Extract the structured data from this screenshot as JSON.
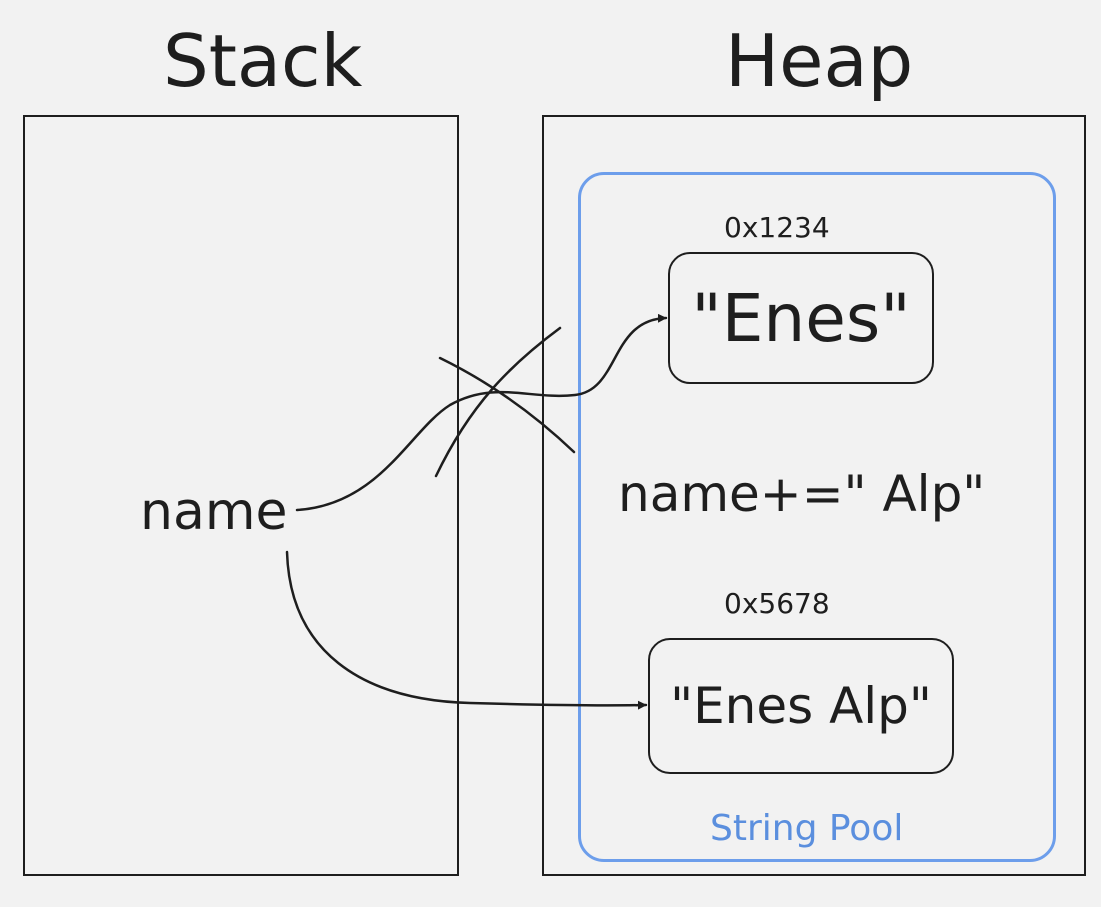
{
  "stack": {
    "title": "Stack"
  },
  "heap": {
    "title": "Heap"
  },
  "string_pool": {
    "label": "String Pool",
    "entries": [
      {
        "address": "0x1234",
        "value": "\"Enes\""
      },
      {
        "address": "0x5678",
        "value": "\"Enes Alp\""
      }
    ]
  },
  "variable": {
    "name": "name"
  },
  "operation": "name+=\" Alp\"",
  "colors": {
    "background": "#f2f2f2",
    "stroke": "#1e1e1e",
    "pool_border": "#6d9eeb",
    "pool_label": "#5b8fde"
  }
}
